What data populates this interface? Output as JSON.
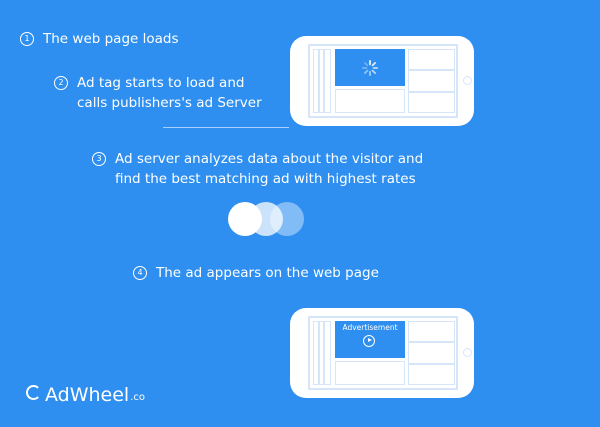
{
  "steps": [
    {
      "num": "1",
      "text": "The web page loads"
    },
    {
      "num": "2",
      "text": "Ad tag starts to load and\ncalls publishers's ad Server"
    },
    {
      "num": "3",
      "text": "Ad server analyzes data about the visitor and\nfind the best matching ad with highest rates"
    },
    {
      "num": "4",
      "text": "The ad appears on the web page"
    }
  ],
  "phones": {
    "loading": {
      "icon": "loading-spinner-icon"
    },
    "ad": {
      "label": "Advertisement",
      "icon": "play-icon"
    }
  },
  "logo": {
    "name": "AdWheel",
    "suffix": ".co",
    "icon": "wheel-icon"
  },
  "colors": {
    "background": "#2e8ff0",
    "foreground": "#ffffff",
    "screen_lines": "#d6e6f8"
  }
}
